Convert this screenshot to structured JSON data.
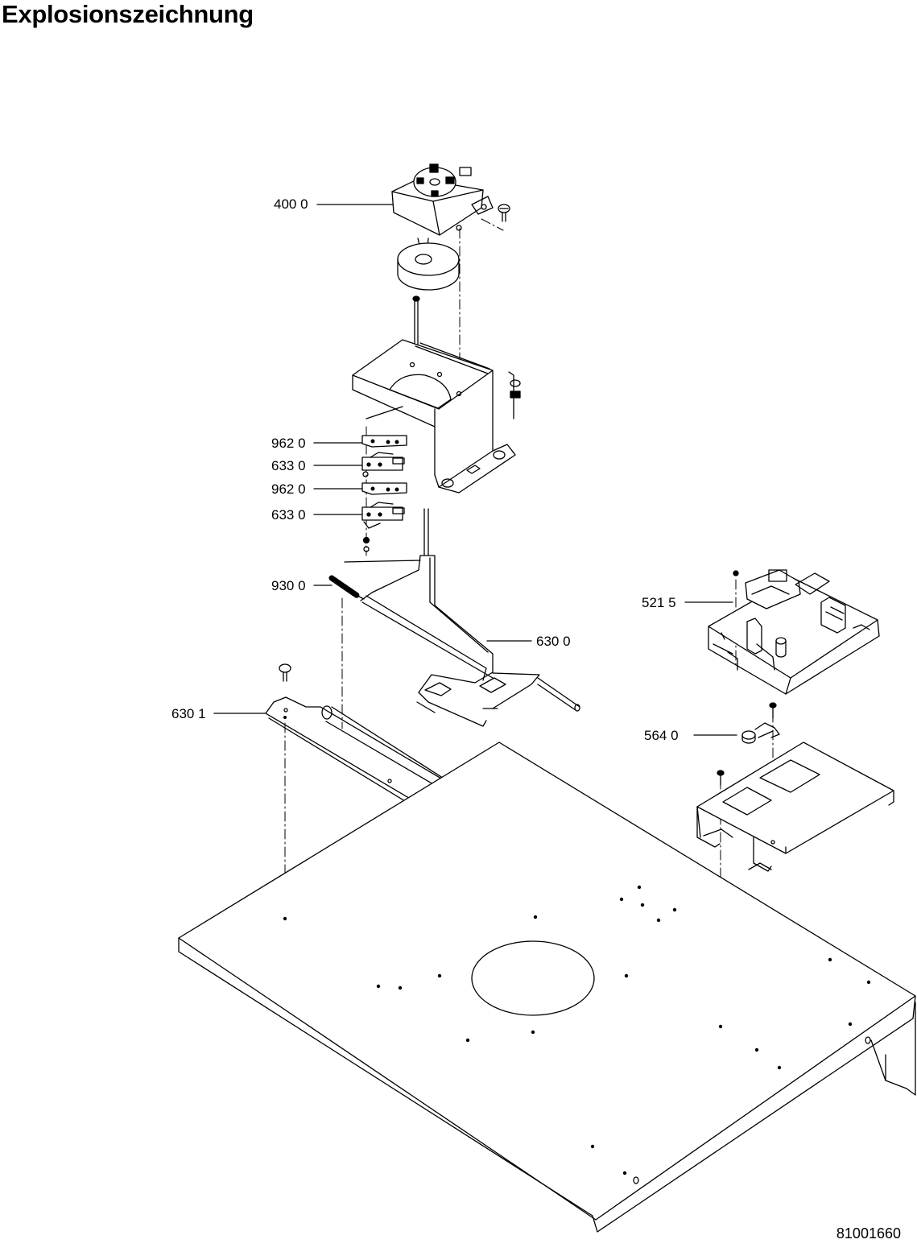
{
  "title": "Explosionszeichnung",
  "document_number": "81001660",
  "parts": {
    "p4000": "400 0",
    "p9620a": "962 0",
    "p6330a": "633 0",
    "p9620b": "962 0",
    "p6330b": "633 0",
    "p9300": "930 0",
    "p6300": "630 0",
    "p6301": "630 1",
    "p5215": "521 5",
    "p5640": "564 0"
  }
}
